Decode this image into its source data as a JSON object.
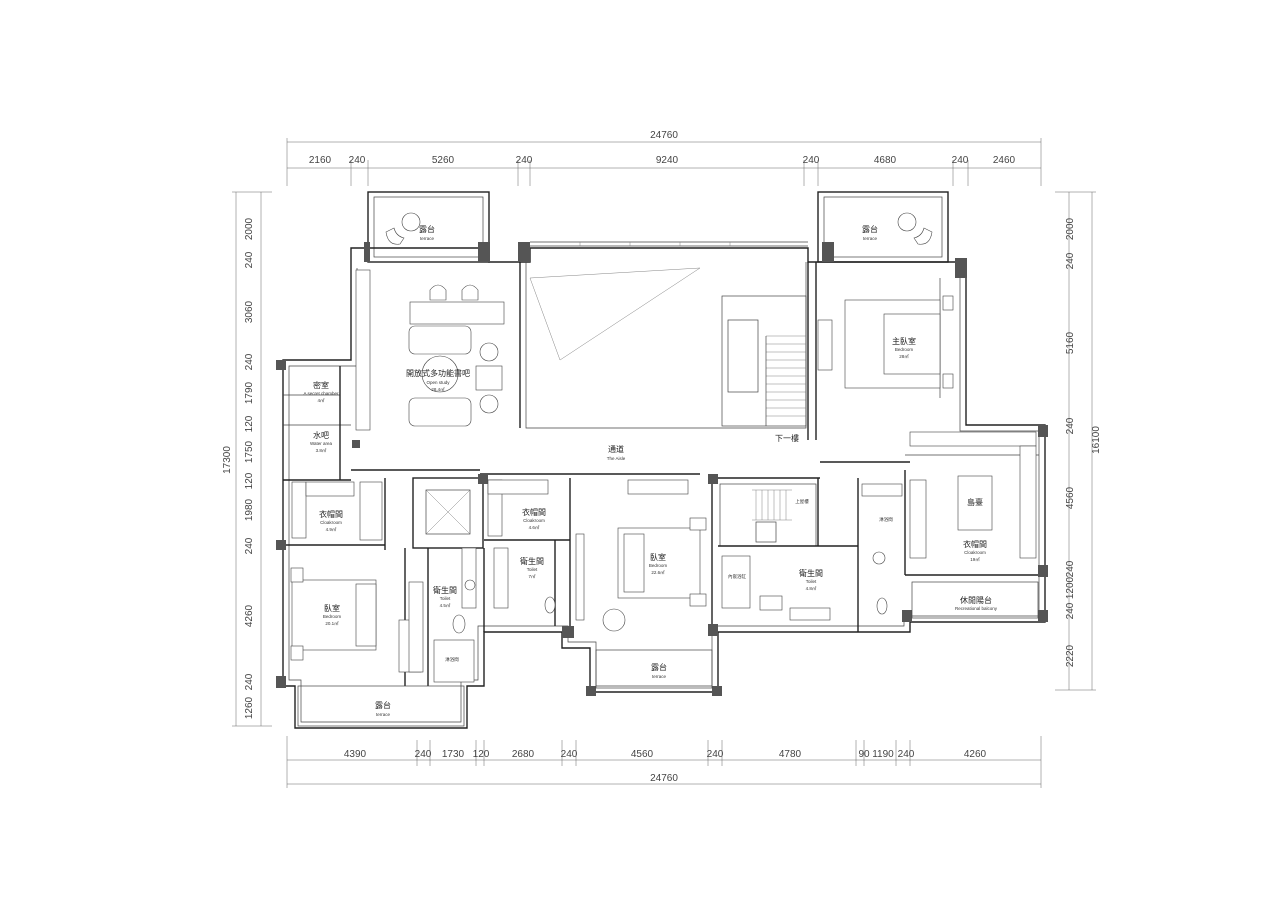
{
  "dimensions": {
    "top_total": "24760",
    "top": [
      "2160",
      "240",
      "5260",
      "240",
      "9240",
      "240",
      "4680",
      "240",
      "2460"
    ],
    "bottom_total": "24760",
    "bottom": [
      "4390",
      "240",
      "1730",
      "120",
      "2680",
      "240",
      "4560",
      "240",
      "4780",
      "90",
      "1190",
      "240",
      "4260"
    ],
    "left_total": "17300",
    "left": [
      "2000",
      "240",
      "3060",
      "240",
      "1790",
      "120",
      "1750",
      "120",
      "1980",
      "240",
      "4260",
      "240",
      "1260"
    ],
    "right_total": "16100",
    "right": [
      "2000",
      "240",
      "5160",
      "240",
      "4560",
      "240",
      "1200",
      "240",
      "2220"
    ]
  },
  "rooms": [
    {
      "zh": "露台",
      "en": "terrace",
      "area": ""
    },
    {
      "zh": "露台",
      "en": "terrace",
      "area": ""
    },
    {
      "zh": "開放式多功能書吧",
      "en": "Open study",
      "area": "28.4㎡"
    },
    {
      "zh": "密室",
      "en": "A secret chamber",
      "area": "4㎡"
    },
    {
      "zh": "水吧",
      "en": "Water area",
      "area": "3.8㎡"
    },
    {
      "zh": "通道",
      "en": "The Aisle",
      "area": ""
    },
    {
      "zh": "主臥室",
      "en": "Bedroom",
      "area": "28㎡"
    },
    {
      "zh": "衣帽間",
      "en": "Cloakroom",
      "area": "4.9㎡"
    },
    {
      "zh": "衣帽間",
      "en": "Cloakroom",
      "area": "4.6㎡"
    },
    {
      "zh": "衛生間",
      "en": "Toilet",
      "area": "7㎡"
    },
    {
      "zh": "臥室",
      "en": "Bedroom",
      "area": "22.6㎡"
    },
    {
      "zh": "衛生間",
      "en": "Toilet",
      "area": "4.8㎡"
    },
    {
      "zh": "衣帽間",
      "en": "Cloakroom",
      "area": "19㎡"
    },
    {
      "zh": "島臺",
      "en": "",
      "area": ""
    },
    {
      "zh": "休閒陽台",
      "en": "Recreational balcony",
      "area": ""
    },
    {
      "zh": "衛生間",
      "en": "Toilet",
      "area": "4.5㎡"
    },
    {
      "zh": "臥室",
      "en": "Bedroom",
      "area": "20.1㎡"
    },
    {
      "zh": "露台",
      "en": "terrace",
      "area": ""
    },
    {
      "zh": "露台",
      "en": "terrace",
      "area": ""
    }
  ],
  "labels": {
    "down_stairs": "下一樓",
    "up_stairs": "上屋樓",
    "shower_1": "淋浴間",
    "shower_2": "淋浴間",
    "bathtub": "內嵌浴缸"
  }
}
